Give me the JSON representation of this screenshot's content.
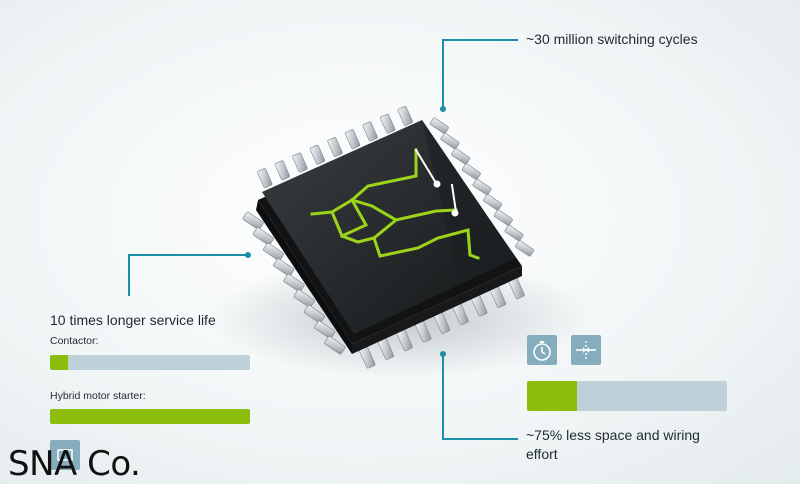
{
  "callouts": {
    "top": {
      "text": "~30 million switching cycles"
    },
    "left": {
      "title": "10 times longer service life"
    },
    "bottom": {
      "text": "~75% less space and wiring effort"
    }
  },
  "service_life": {
    "bars": [
      {
        "label": "Contactor:",
        "fraction": 0.09
      },
      {
        "label": "Hybrid motor starter:",
        "fraction": 1.0
      }
    ]
  },
  "space_bar": {
    "fraction": 0.25
  },
  "icons": [
    "timer-icon",
    "compress-icon",
    "service-icon"
  ],
  "watermark": "SNA Co.",
  "colors": {
    "accent_green": "#8dbd0c",
    "leader_teal": "#1b8fa6",
    "bar_track": "#bed0d8",
    "icon_tile": "#86adbd",
    "chip_body": "#26292b",
    "circuit_green": "#9bd41a"
  }
}
